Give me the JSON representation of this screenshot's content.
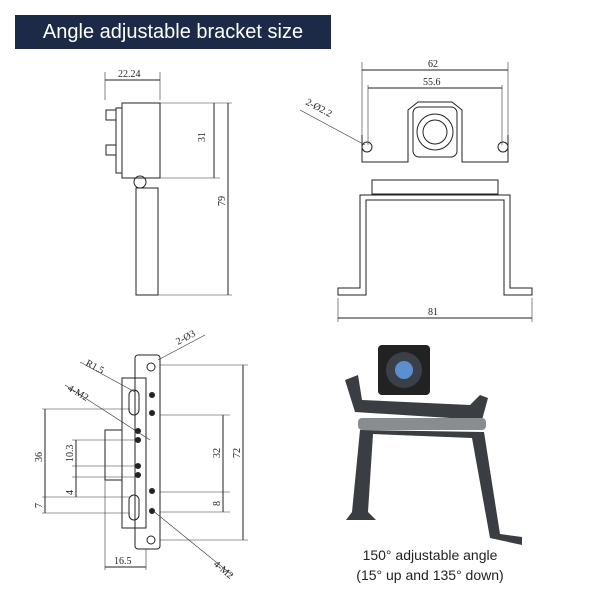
{
  "title": "Angle adjustable bracket size",
  "side_view": {
    "width_dim": "22.24",
    "upper_dim": "31",
    "height_dim": "79"
  },
  "front_view": {
    "outer_dim": "62",
    "hole_span_dim": "55.6",
    "hole_label": "2-Ø2.2",
    "base_dim": "81"
  },
  "plate_view": {
    "hole_label": "2-Ø3",
    "radius_label": "R1.5",
    "screw_label_top": "4-M2",
    "screw_label_bottom": "4-M2",
    "dim_36": "36",
    "dim_10_3": "10.3",
    "dim_4": "4",
    "dim_7": "7",
    "dim_32": "32",
    "dim_72": "72",
    "dim_8": "8",
    "dim_16_5": "16.5"
  },
  "caption": {
    "line1": "150° adjustable angle",
    "line2": "(15° up and 135° down)"
  },
  "colors": {
    "banner": "#1d2a47",
    "bracket": "#3a3d42"
  }
}
